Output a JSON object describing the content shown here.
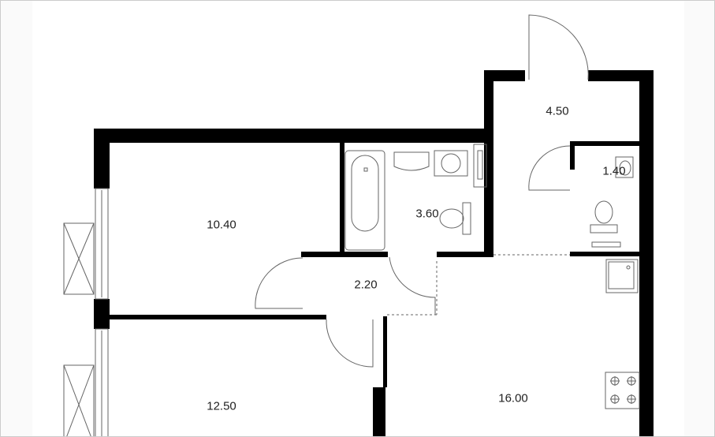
{
  "plan": {
    "rooms": [
      {
        "id": "bedroom-1",
        "area": "10.40"
      },
      {
        "id": "bedroom-2",
        "area": "12.50"
      },
      {
        "id": "bathroom",
        "area": "3.60"
      },
      {
        "id": "hallway",
        "area": "2.20"
      },
      {
        "id": "entrance",
        "area": "4.50"
      },
      {
        "id": "wc",
        "area": "1.40"
      },
      {
        "id": "kitchen",
        "area": "16.00"
      }
    ],
    "colors": {
      "wall": "#000000",
      "fixture": "#555555",
      "background": "#ffffff"
    }
  }
}
